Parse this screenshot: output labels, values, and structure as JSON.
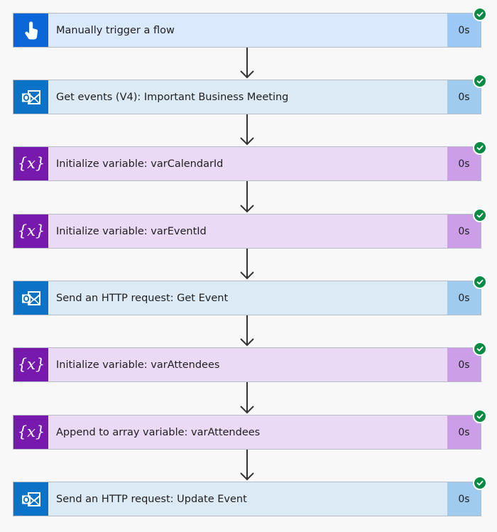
{
  "flow": {
    "steps": [
      {
        "label": "Manually trigger a flow",
        "duration": "0s",
        "type": "trigger",
        "icon": "touch-trigger-icon",
        "status": "succeeded"
      },
      {
        "label": "Get events (V4): Important Business Meeting",
        "duration": "0s",
        "type": "outlook",
        "icon": "outlook-icon",
        "status": "succeeded"
      },
      {
        "label": "Initialize variable: varCalendarId",
        "duration": "0s",
        "type": "variable",
        "icon": "variable-icon",
        "status": "succeeded"
      },
      {
        "label": "Initialize variable: varEventId",
        "duration": "0s",
        "type": "variable",
        "icon": "variable-icon",
        "status": "succeeded"
      },
      {
        "label": "Send an HTTP request: Get Event",
        "duration": "0s",
        "type": "outlook",
        "icon": "outlook-icon",
        "status": "succeeded"
      },
      {
        "label": "Initialize variable: varAttendees",
        "duration": "0s",
        "type": "variable",
        "icon": "variable-icon",
        "status": "succeeded"
      },
      {
        "label": "Append to array variable: varAttendees",
        "duration": "0s",
        "type": "variable",
        "icon": "variable-icon",
        "status": "succeeded"
      },
      {
        "label": "Send an HTTP request: Update Event",
        "duration": "0s",
        "type": "outlook",
        "icon": "outlook-icon",
        "status": "succeeded"
      }
    ]
  },
  "colors": {
    "trigger_icon_bg": "#0a66d6",
    "outlook_icon_bg": "#0a72c7",
    "variable_icon_bg": "#7719ac",
    "success_badge": "#0b8a45",
    "connector_arrow": "#333333"
  }
}
